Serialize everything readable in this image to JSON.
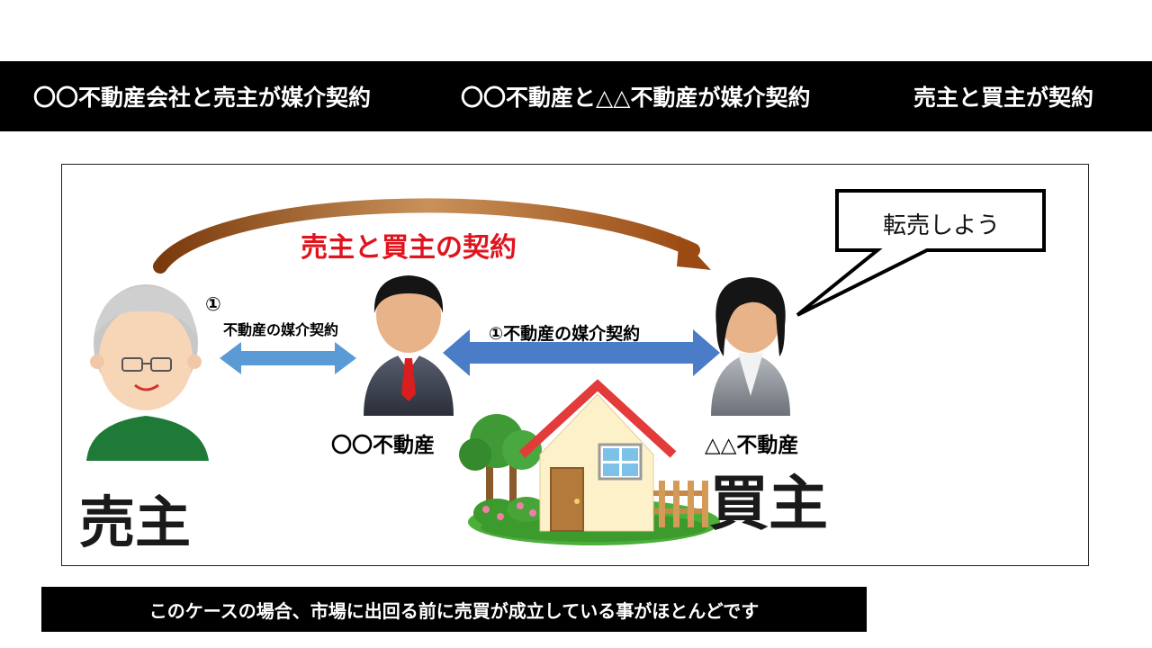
{
  "header": {
    "item1": "〇〇不動産会社と売主が媒介契約",
    "item2": "〇〇不動産と△△不動産が媒介契約",
    "item3": "売主と買主が契約"
  },
  "diagram": {
    "main_contract": "売主と買主の契約",
    "speech": "転売しよう",
    "left_arrow_num": "①",
    "left_arrow_label": "不動産の媒介契約",
    "mid_arrow_label": "①不動産の媒介契約",
    "agent1": "〇〇不動産",
    "agent2": "△△不動産",
    "seller": "売主",
    "buyer": "買主",
    "colors": {
      "red_text": "#e0141e",
      "arrow_blue": "#4a7cc7",
      "curve_brown": "#9a4a12"
    }
  },
  "footer": {
    "note": "このケースの場合、市場に出回る前に売買が成立している事がほとんどです"
  }
}
